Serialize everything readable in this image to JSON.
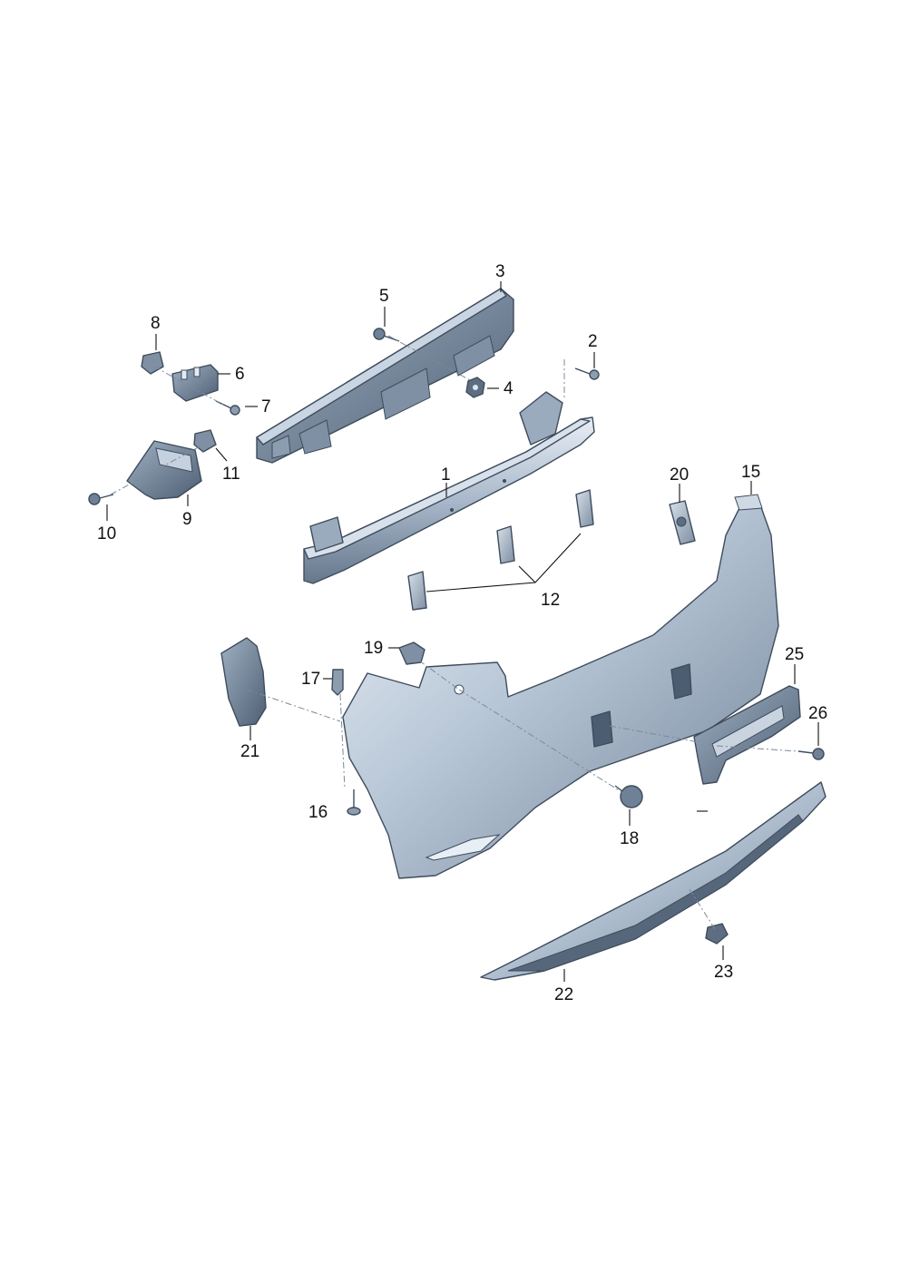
{
  "colors": {
    "part_light": "#dde6f0",
    "part_mid": "#a3b3c6",
    "part_dark": "#5d6e82",
    "outline": "#3e4c5c",
    "label": "#111111"
  },
  "callouts": [
    {
      "id": "1",
      "text": "1"
    },
    {
      "id": "2",
      "text": "2"
    },
    {
      "id": "3",
      "text": "3"
    },
    {
      "id": "4",
      "text": "4"
    },
    {
      "id": "5",
      "text": "5"
    },
    {
      "id": "6",
      "text": "6"
    },
    {
      "id": "7",
      "text": "7"
    },
    {
      "id": "8",
      "text": "8"
    },
    {
      "id": "9",
      "text": "9"
    },
    {
      "id": "10",
      "text": "10"
    },
    {
      "id": "11",
      "text": "11"
    },
    {
      "id": "12",
      "text": "12"
    },
    {
      "id": "15",
      "text": "15"
    },
    {
      "id": "16",
      "text": "16"
    },
    {
      "id": "17",
      "text": "17"
    },
    {
      "id": "18",
      "text": "18"
    },
    {
      "id": "19",
      "text": "19"
    },
    {
      "id": "20",
      "text": "20"
    },
    {
      "id": "21",
      "text": "21"
    },
    {
      "id": "22",
      "text": "22"
    },
    {
      "id": "23",
      "text": "23"
    },
    {
      "id": "25",
      "text": "25"
    },
    {
      "id": "26",
      "text": "26"
    }
  ]
}
